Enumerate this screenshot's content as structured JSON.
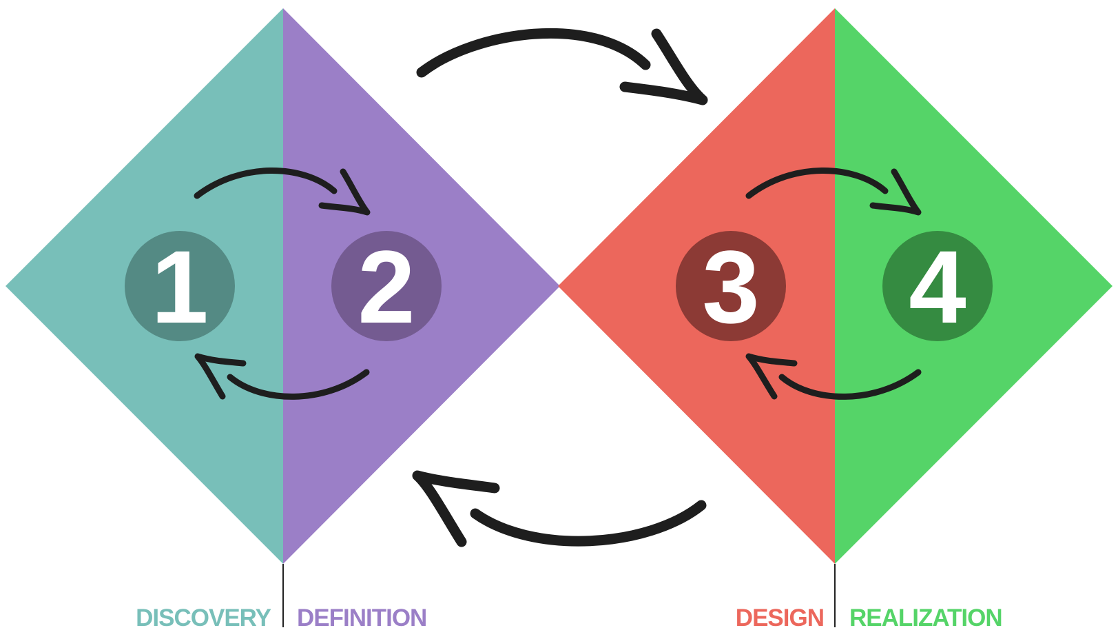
{
  "phases": [
    {
      "number": "1",
      "label": "DISCOVERY",
      "color": "#78bfb9",
      "circle_color": "#548a84"
    },
    {
      "number": "2",
      "label": "DEFINITION",
      "color": "#9b7fc7",
      "circle_color": "#745b91"
    },
    {
      "number": "3",
      "label": "DESIGN",
      "color": "#ec675c",
      "circle_color": "#8c3a35"
    },
    {
      "number": "4",
      "label": "REALIZATION",
      "color": "#55d468",
      "circle_color": "#358b41"
    }
  ],
  "arrow_color": "#1e1e1e"
}
